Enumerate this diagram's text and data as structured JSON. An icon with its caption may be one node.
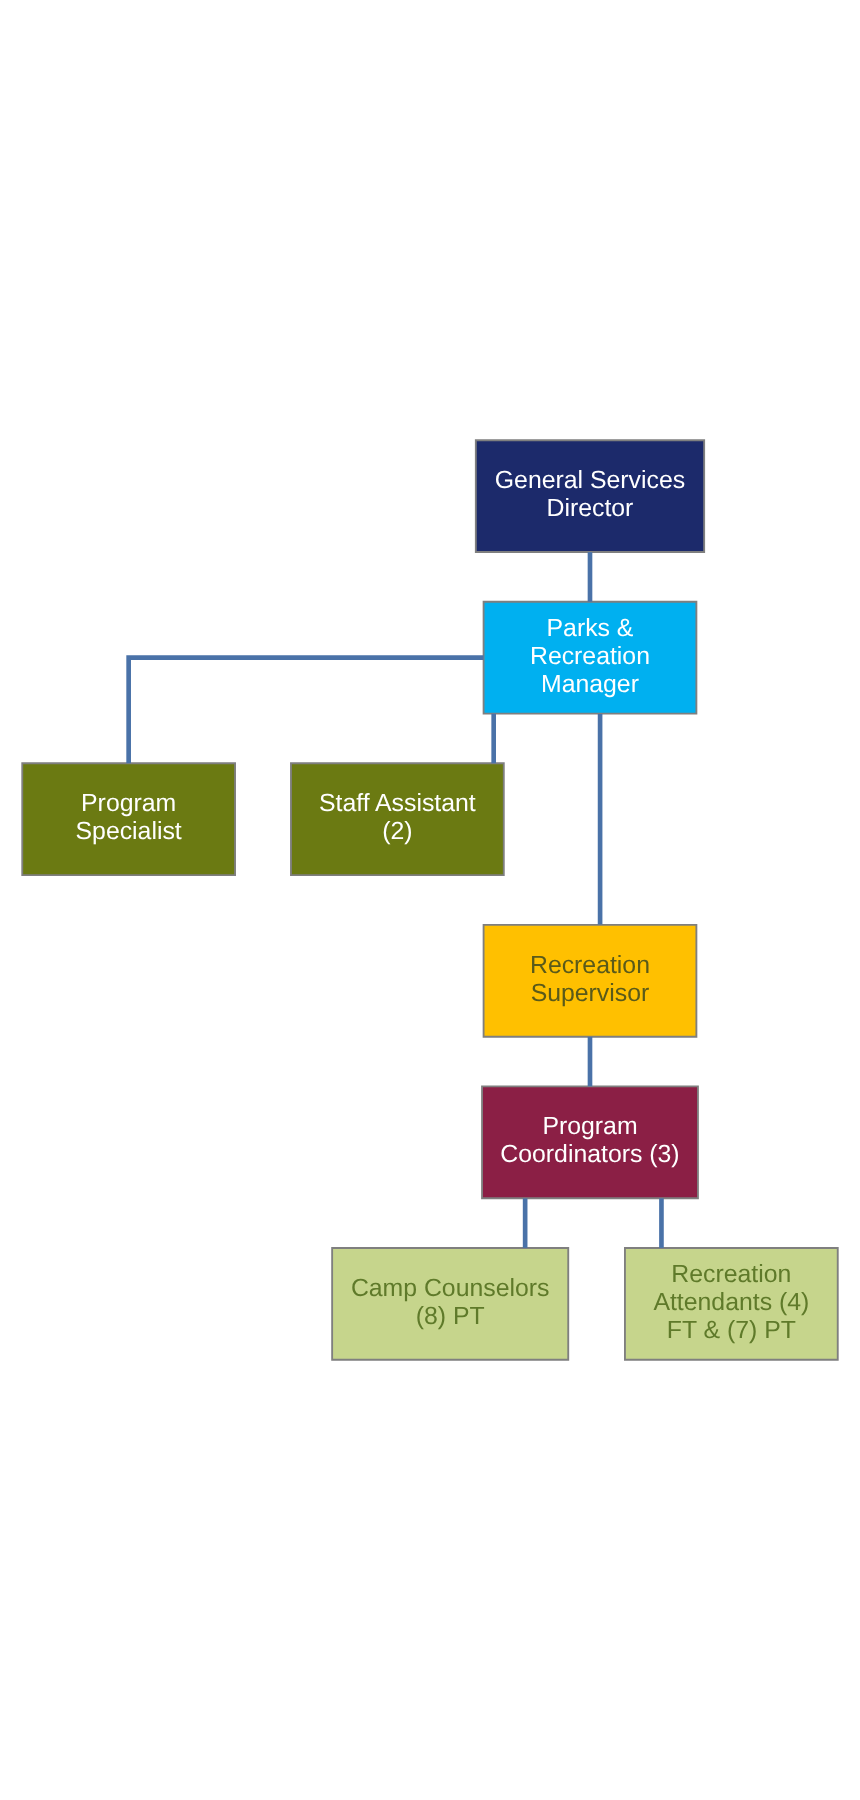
{
  "diagram": {
    "nodes": [
      {
        "text": [
          "General Services Director"
        ]
      },
      {
        "text": [
          "Parks & Recreation Manager"
        ]
      },
      {
        "text": [
          "Program Specialist"
        ]
      },
      {
        "text": [
          "Staff Assistant (2)"
        ]
      },
      {
        "text": [
          "Recreation Supervisor"
        ]
      },
      {
        "text": [
          "Program Coordinators (3)"
        ]
      },
      {
        "text": [
          "Camp Counselors (8) PT"
        ]
      },
      {
        "text": [
          "Recreation Attendants (4) FT & (7) PT"
        ]
      }
    ],
    "edges": [
      {
        "from": 0,
        "to": 1,
        "arrow": "none"
      },
      {
        "from": 1,
        "to": 2,
        "arrow": "none"
      },
      {
        "from": 1,
        "to": 3,
        "arrow": "none"
      },
      {
        "from": 1,
        "to": 4,
        "arrow": "none"
      },
      {
        "from": 4,
        "to": 5,
        "arrow": "none"
      },
      {
        "from": 5,
        "to": 6,
        "arrow": "none"
      },
      {
        "from": 5,
        "to": 7,
        "arrow": "none"
      }
    ]
  }
}
